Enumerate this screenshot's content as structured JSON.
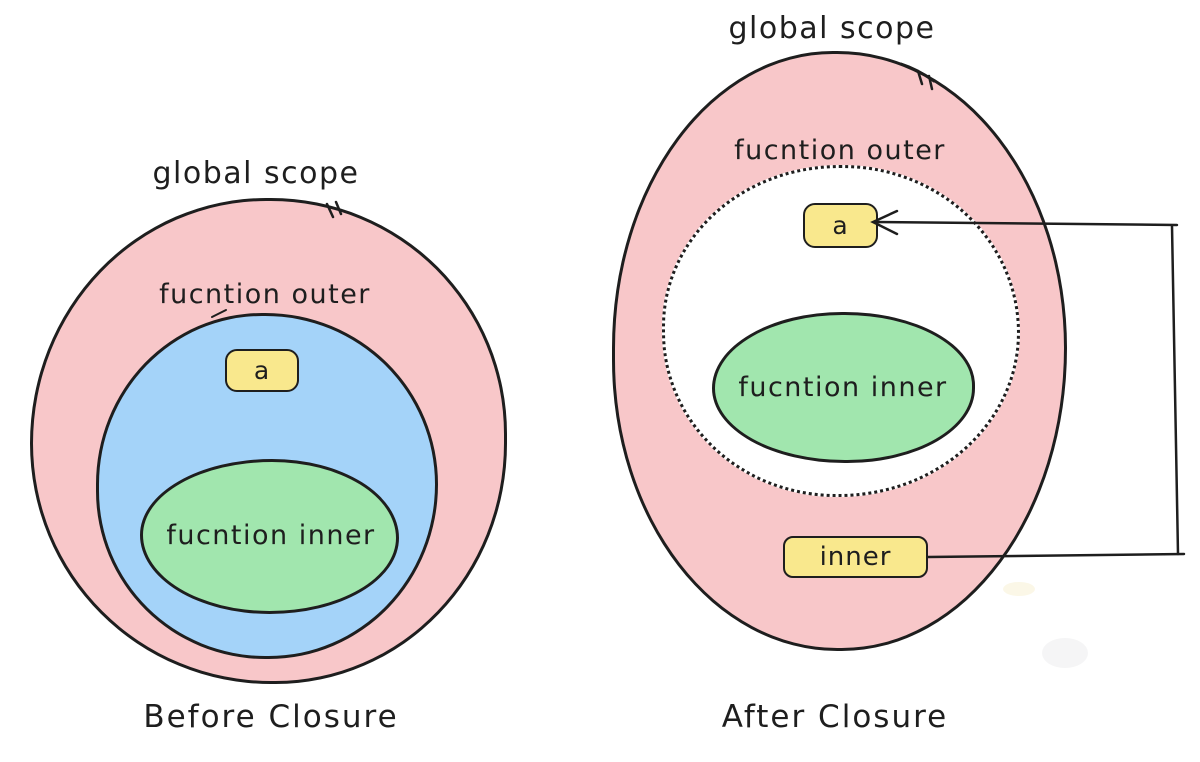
{
  "panels": {
    "before": {
      "global_scope_label": "global scope",
      "outer_function_label": "fucntion outer",
      "inner_function_label": "fucntion inner",
      "variable_a_label": "a",
      "caption": "Before Closure"
    },
    "after": {
      "global_scope_label": "global scope",
      "outer_function_label": "fucntion outer",
      "inner_function_label": "fucntion inner",
      "variable_a_label": "a",
      "inner_reference_label": "inner",
      "caption": "After Closure"
    }
  },
  "colors": {
    "global_scope_fill": "#f8c7c9",
    "outer_scope_fill": "#a4d3f9",
    "inner_scope_fill": "#a1e6ae",
    "variable_box_fill": "#f9e88d",
    "stroke": "#1e1e1e",
    "canvas_background": "#ffffff"
  }
}
